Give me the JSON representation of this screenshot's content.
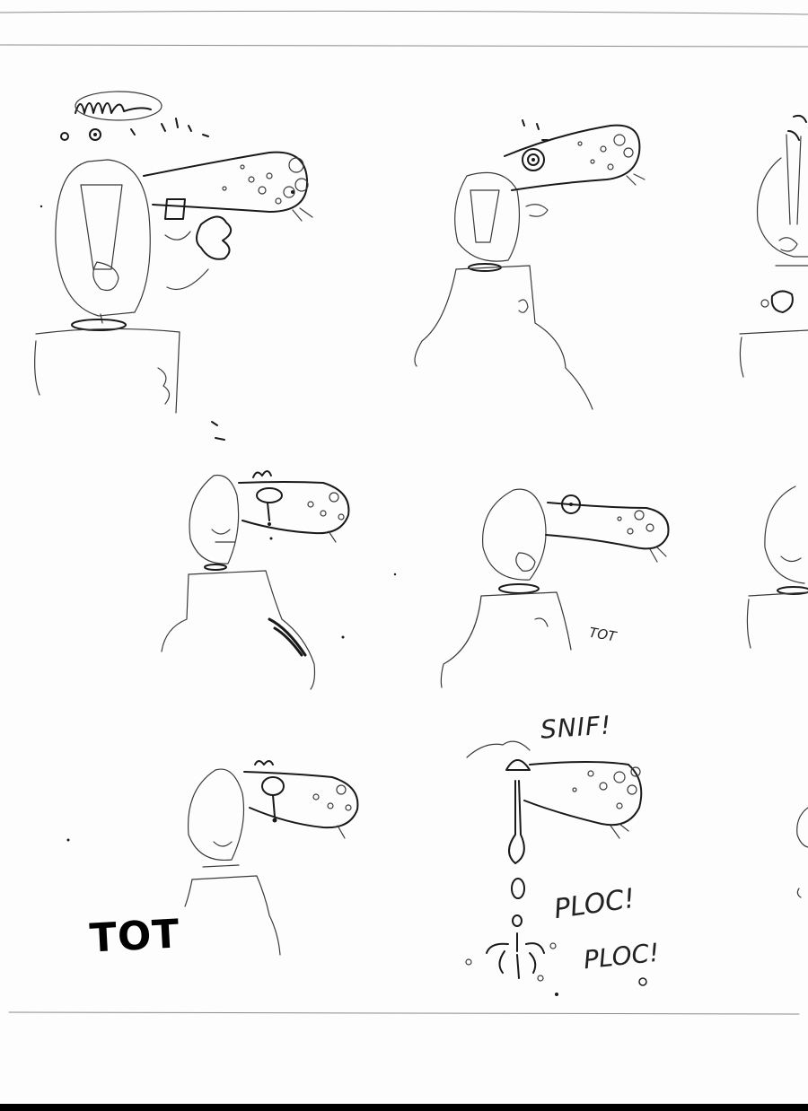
{
  "signature": "TOT",
  "panels": {
    "panel_5_note": "TOT",
    "sound_effects": {
      "sniff": "SNIF!",
      "drip_1": "PLOC!",
      "drip_2": "PLOC!"
    }
  },
  "colors": {
    "paper": "#fdfdfd",
    "ink": "#1a1a1a",
    "pencil": "#3a3a3a",
    "border": "#000000"
  }
}
